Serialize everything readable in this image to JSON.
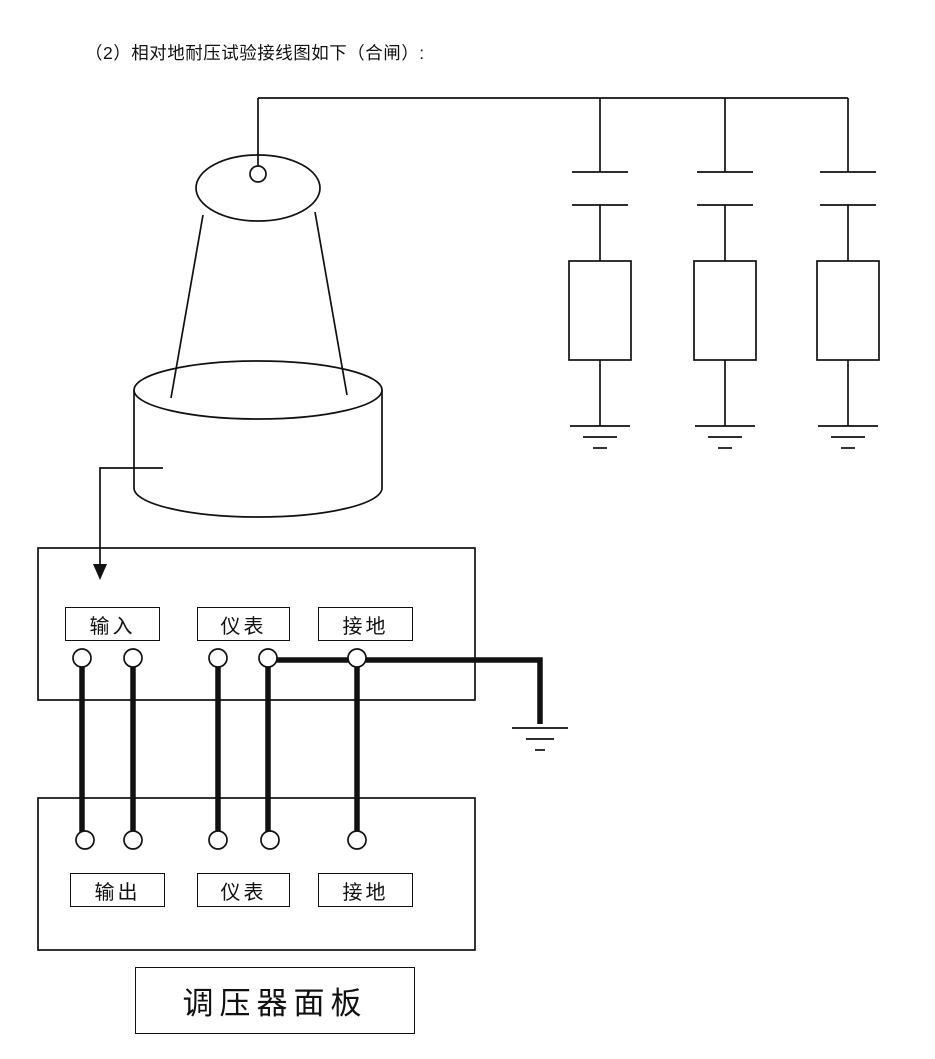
{
  "title": "（2）相对地耐压试验接线图如下（合闸）:",
  "upper_panel": {
    "labels": [
      "输入",
      "仪表",
      "接地"
    ]
  },
  "lower_panel": {
    "labels": [
      "输出",
      "仪表",
      "接地"
    ]
  },
  "caption": "调压器面板",
  "colors": {
    "line": "#111111",
    "background": "#ffffff"
  }
}
